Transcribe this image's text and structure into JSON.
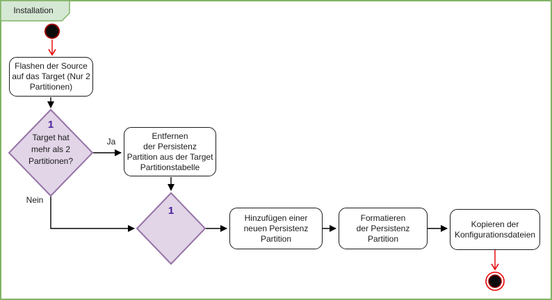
{
  "diagram": {
    "frame_label": "Installation",
    "nodes": {
      "flash": {
        "text": "Flashen der Source\nauf das Target (Nur 2\nPartitionen)"
      },
      "decision_partitions": {
        "badge": "1",
        "text": "Target hat\nmehr als 2\nPartitionen?"
      },
      "remove_partition": {
        "text": "Entfernen\nder Persistenz\nPartition aus der Target\nPartitionstabelle"
      },
      "merge": {
        "badge": "1"
      },
      "add_partition": {
        "text": "Hinzufügen einer\nneuen Persistenz\nPartition"
      },
      "format_partition": {
        "text": "Formatieren\nder Persistenz Partition"
      },
      "copy_config": {
        "text": "Kopieren der\nKonfigurationsdateien"
      }
    },
    "edge_labels": {
      "yes": "Ja",
      "no": "Nein"
    },
    "colors": {
      "frame_border": "#82b366",
      "frame_tab_fill": "#d5e8d4",
      "decision_fill": "#e1d5e7",
      "decision_border": "#9673a6",
      "badge_text": "#4a1e9e",
      "start_end_red": "#e60000",
      "start_ring_dark_red": "#990000",
      "node_border": "#1a1a1a",
      "edge_stroke": "#000000"
    }
  }
}
